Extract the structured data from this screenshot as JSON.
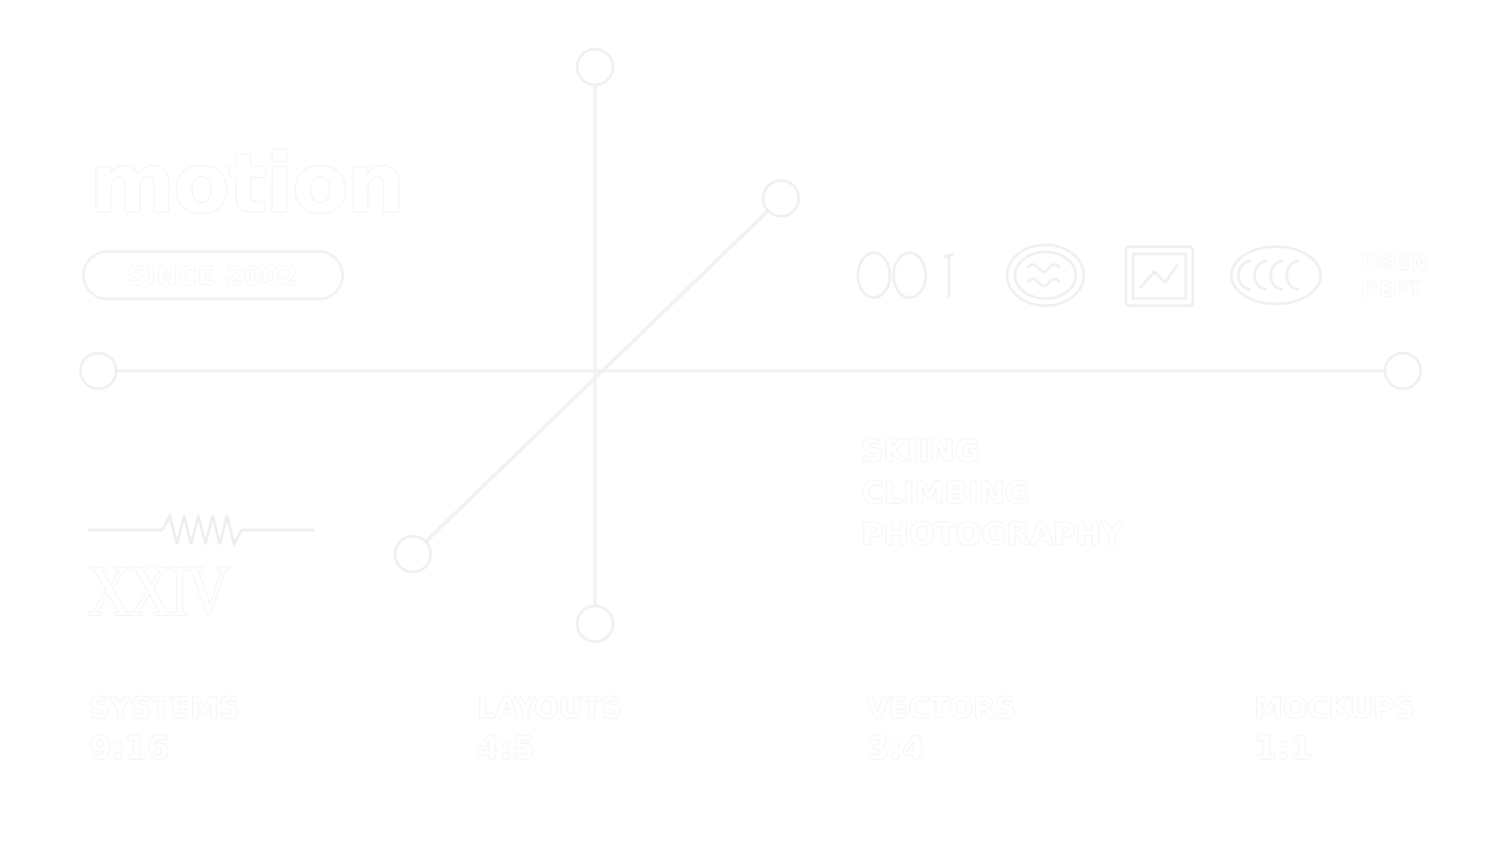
{
  "brand": {
    "wordmark": "motion",
    "since_label": "SINCE 2002"
  },
  "roman_numeral": "XXIV",
  "badges": {
    "ooi_label": "OOI",
    "dept_line1": "DSGN",
    "dept_line2": "DEPT"
  },
  "hobbies": [
    "SKIING",
    "CLIMBING",
    "PHOTOGRAPHY"
  ],
  "stats": [
    {
      "label": "SYSTEMS",
      "value": "9:16"
    },
    {
      "label": "LAYOUTS",
      "value": "4:5"
    },
    {
      "label": "VECTORS",
      "value": "3:4"
    },
    {
      "label": "MOCKUPS",
      "value": "1:1"
    }
  ],
  "colors": {
    "background": "#ffffff",
    "ink": "#f2f2f2",
    "ink_edge": "#d9d9d9"
  },
  "icons": [
    "node-circle",
    "zigzag-wave-icon",
    "ooi-logo-icon",
    "round-seal-icon",
    "square-stamp-icon",
    "oval-badge-icon"
  ]
}
